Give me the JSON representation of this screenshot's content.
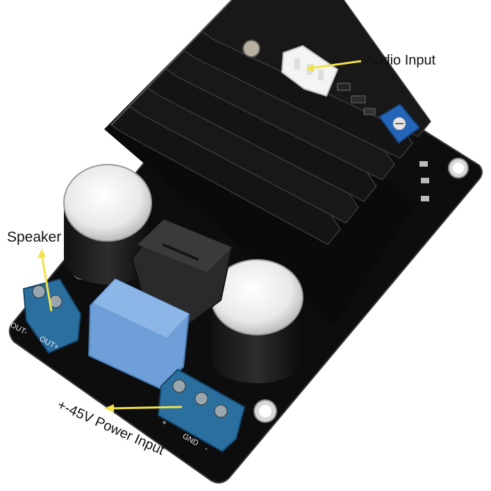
{
  "labels": {
    "audio_input": "Audio Input",
    "speaker": "Speaker",
    "power_input": "+-45V Power Input"
  },
  "board_silkscreen": {
    "out_minus": "OUT-",
    "out_plus": "OUT+",
    "plus": "+",
    "gnd": "GND",
    "minus": "-"
  },
  "colors": {
    "pcb": "#0d0d0d",
    "heatsink": "#151515",
    "terminal_block": "#2a6f9e",
    "film_capacitor": "#6f9fd8",
    "arrow": "#f2e24a",
    "connector": "#f4f4f4"
  }
}
